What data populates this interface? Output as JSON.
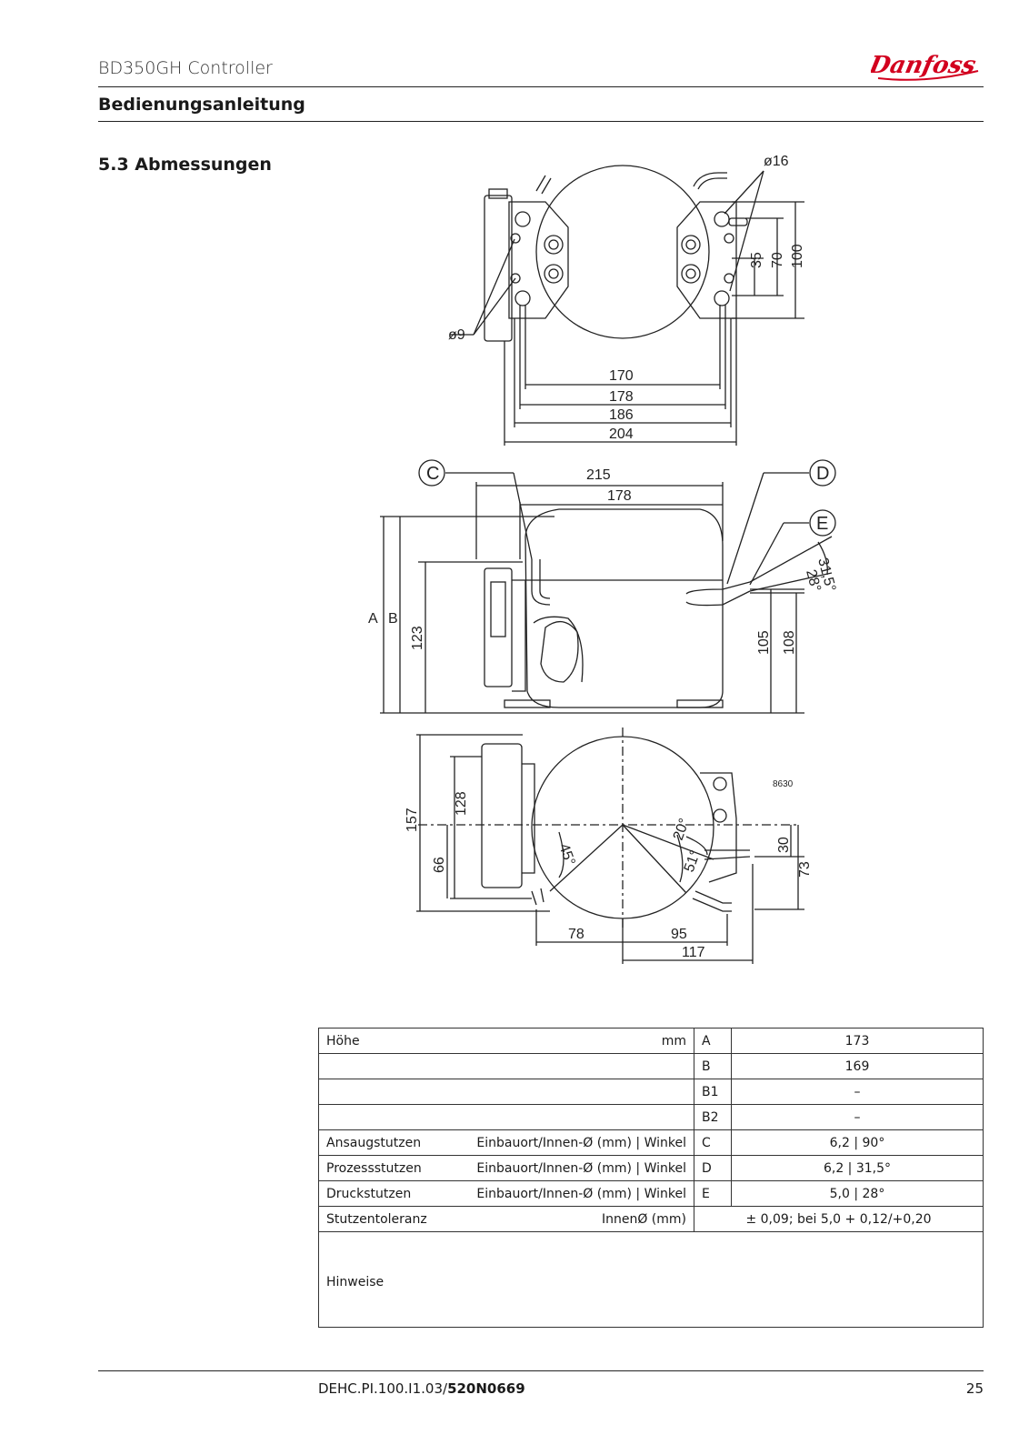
{
  "header": {
    "title": "BD350GH Controller",
    "subtitle": "Bedienungsanleitung",
    "logo_text": "Danfoss",
    "brand_color": "#d2001e"
  },
  "section": {
    "title": "5.3 Abmessungen"
  },
  "drawing": {
    "top_view": {
      "dims": [
        "ø16",
        "35",
        "70",
        "100",
        "ø9",
        "170",
        "178",
        "186",
        "204"
      ]
    },
    "side_view": {
      "callouts": [
        "C",
        "D",
        "E"
      ],
      "dims": [
        "215",
        "178",
        "A",
        "B",
        "123",
        "105",
        "108",
        "31,5°",
        "28°"
      ]
    },
    "bottom_view": {
      "dims": [
        "157",
        "128",
        "66",
        "45°",
        "20°",
        "51°",
        "30",
        "73",
        "78",
        "95",
        "117"
      ],
      "ref": "8630"
    }
  },
  "table": {
    "rows": [
      {
        "label": "Höhe",
        "unit": "mm",
        "symbol": "A",
        "value": "173"
      },
      {
        "label": "",
        "unit": "",
        "symbol": "B",
        "value": "169"
      },
      {
        "label": "",
        "unit": "",
        "symbol": "B1",
        "value": "–"
      },
      {
        "label": "",
        "unit": "",
        "symbol": "B2",
        "value": "–"
      },
      {
        "label": "Ansaugstutzen",
        "unit": "Einbauort/Innen-Ø (mm) | Winkel",
        "symbol": "C",
        "value": "6,2 | 90°"
      },
      {
        "label": "Prozessstutzen",
        "unit": "Einbauort/Innen-Ø (mm) | Winkel",
        "symbol": "D",
        "value": "6,2 | 31,5°"
      },
      {
        "label": "Druckstutzen",
        "unit": "Einbauort/Innen-Ø (mm) | Winkel",
        "symbol": "E",
        "value": "5,0 | 28°"
      }
    ],
    "tolerance": {
      "label": "Stutzentoleranz",
      "unit": "InnenØ (mm)",
      "value": "± 0,09; bei 5,0 + 0,12/+0,20"
    },
    "notes_label": "Hinweise"
  },
  "footer": {
    "doc_prefix": "DEHC.PI.100.I1.03/",
    "doc_bold": "520N0669",
    "page": "25"
  }
}
